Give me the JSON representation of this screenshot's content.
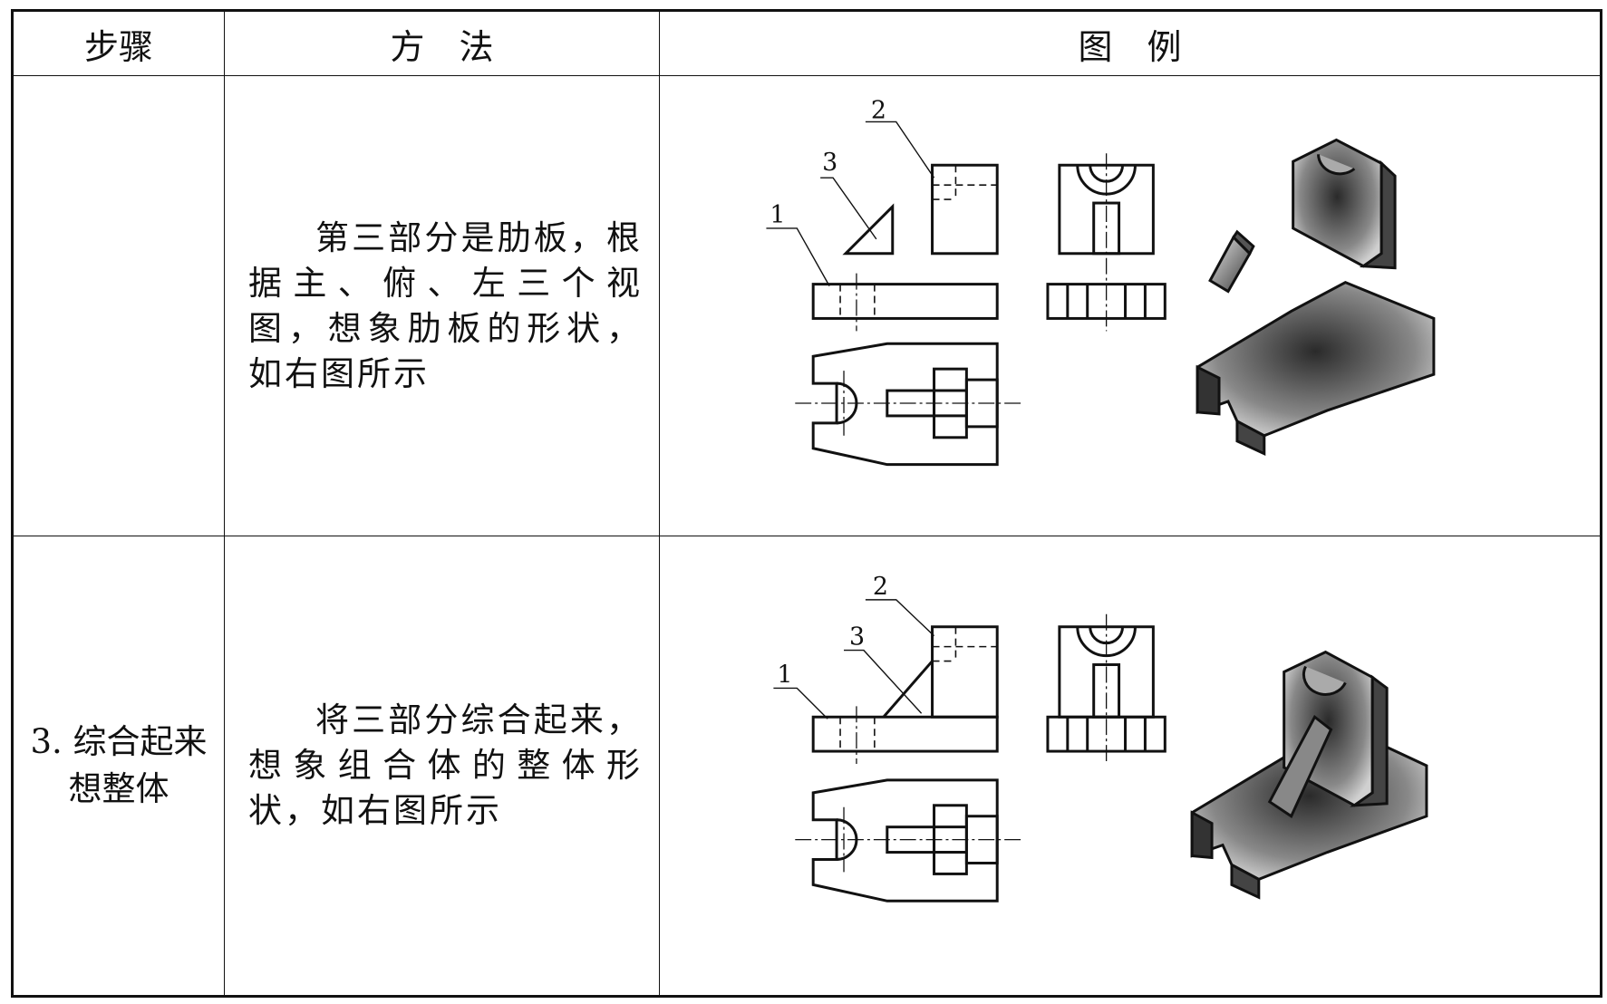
{
  "table": {
    "headers": {
      "step": "步骤",
      "method": "方　法",
      "example": "图　例"
    },
    "rows": [
      {
        "step": "",
        "method": "第三部分是肋板，根据主、俯、左三个视图，想象肋板的形状，如右图所示",
        "figure_labels": [
          "1",
          "2",
          "3"
        ]
      },
      {
        "step": "3. 综合起来想整体",
        "method": "将三部分综合起来，想象组合体的整体形状，如右图所示",
        "figure_labels": [
          "1",
          "2",
          "3"
        ]
      }
    ]
  }
}
